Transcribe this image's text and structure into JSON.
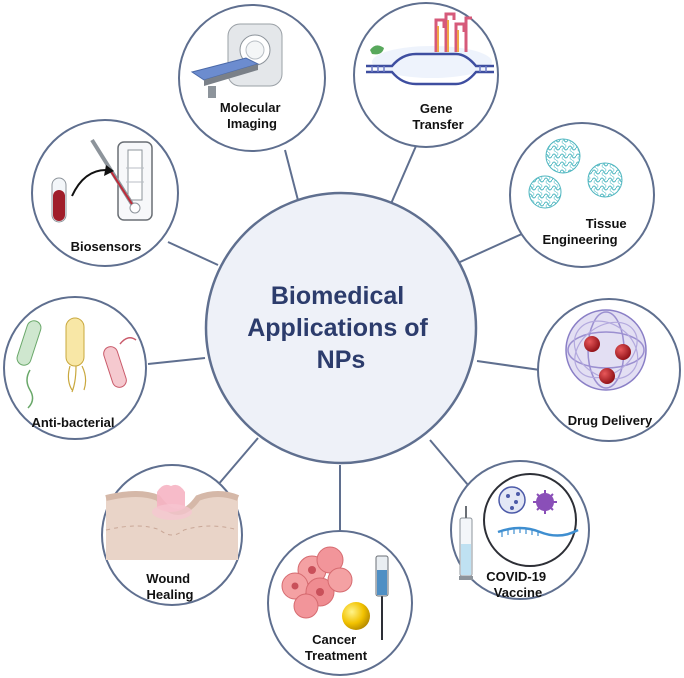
{
  "colors": {
    "border": "#5f6f8f",
    "hub_fill": "#eef1f8",
    "hub_text": "#2c3c6c",
    "connector": "#5f6f8f"
  },
  "hub": {
    "lines": [
      "Biomedical",
      "Applications of",
      "NPs"
    ]
  },
  "applications": {
    "molecular_imaging": {
      "lines": [
        "Molecular",
        "Imaging"
      ],
      "icon": "mri-scanner-icon"
    },
    "gene_transfer": {
      "lines": [
        "Gene",
        "Transfer"
      ],
      "icon": "dna-strand-icon"
    },
    "tissue_engineering": {
      "lines": [
        "Tissue",
        "Engineering"
      ],
      "icon": "fiber-scaffold-icon"
    },
    "drug_delivery": {
      "lines": [
        "Drug Delivery"
      ],
      "icon": "nanoparticle-cage-icon"
    },
    "covid_vaccine": {
      "lines": [
        "COVID-19",
        "Vaccine"
      ],
      "icon": "syringe-virus-icon"
    },
    "cancer_treatment": {
      "lines": [
        "Cancer",
        "Treatment"
      ],
      "icon": "tumor-cells-icon"
    },
    "wound_healing": {
      "lines": [
        "Wound",
        "Healing"
      ],
      "icon": "skin-wound-icon"
    },
    "anti_bacterial": {
      "lines": [
        "Anti-bacterial"
      ],
      "icon": "bacteria-icon"
    },
    "biosensors": {
      "lines": [
        "Biosensors"
      ],
      "icon": "test-strip-icon"
    }
  }
}
